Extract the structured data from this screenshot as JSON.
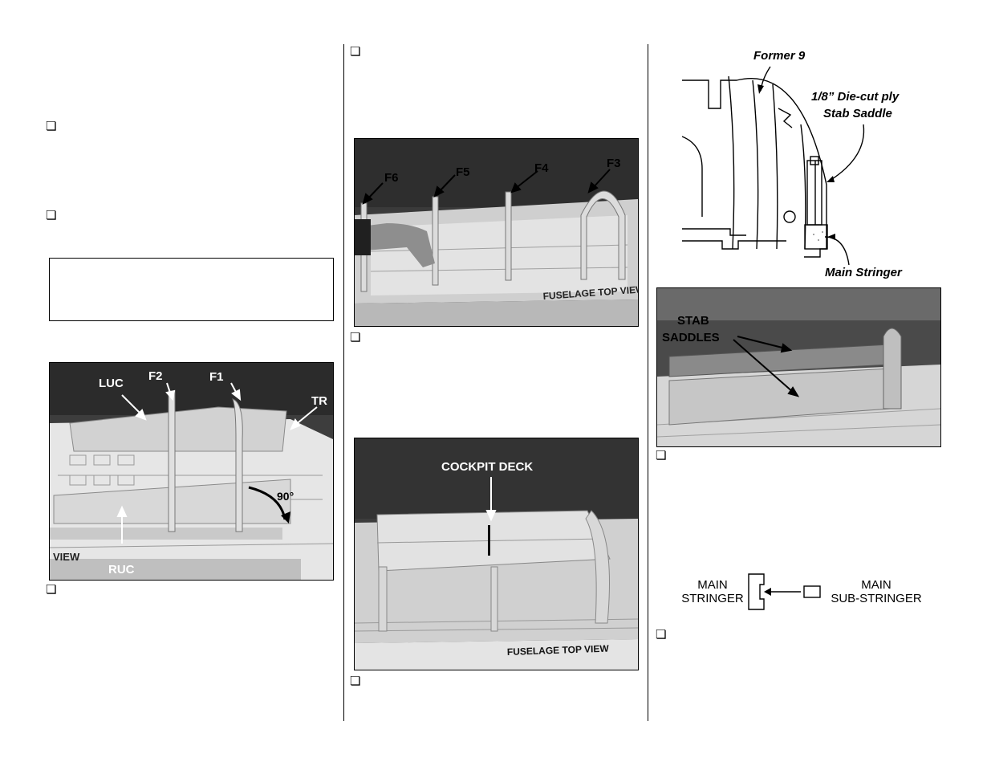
{
  "columns": {
    "left": {
      "checkbox_glyph": "❏",
      "photo1": {
        "labels": {
          "luc": "LUC",
          "f2": "F2",
          "f1": "F1",
          "tr": "TR",
          "angle": "90°",
          "ruc": "RUC"
        },
        "plan_text": {
          "view": "VIEW"
        }
      }
    },
    "middle": {
      "checkbox_glyph": "❏",
      "photo2": {
        "labels": {
          "f6": "F6",
          "f5": "F5",
          "f4": "F4",
          "f3": "F3"
        },
        "plan_text": {
          "top_view": "FUSELAGE TOP VIEW"
        }
      },
      "photo3": {
        "labels": {
          "deck": "COCKPIT DECK"
        },
        "plan_text": {
          "top_view": "FUSELAGE TOP VIEW"
        }
      }
    },
    "right": {
      "checkbox_glyph": "❏",
      "diagram": {
        "former_label": "Former 9",
        "saddle_label_line1": "1/8” Die-cut ply",
        "saddle_label_line2": "Stab Saddle",
        "stringer_label": "Main Stringer"
      },
      "photo4": {
        "labels": {
          "line1": "STAB",
          "line2": "SADDLES"
        }
      },
      "stringer_diagram": {
        "left_line1": "MAIN",
        "left_line2": "STRINGER",
        "right_line1": "MAIN",
        "right_line2": "SUB-STRINGER"
      }
    }
  }
}
